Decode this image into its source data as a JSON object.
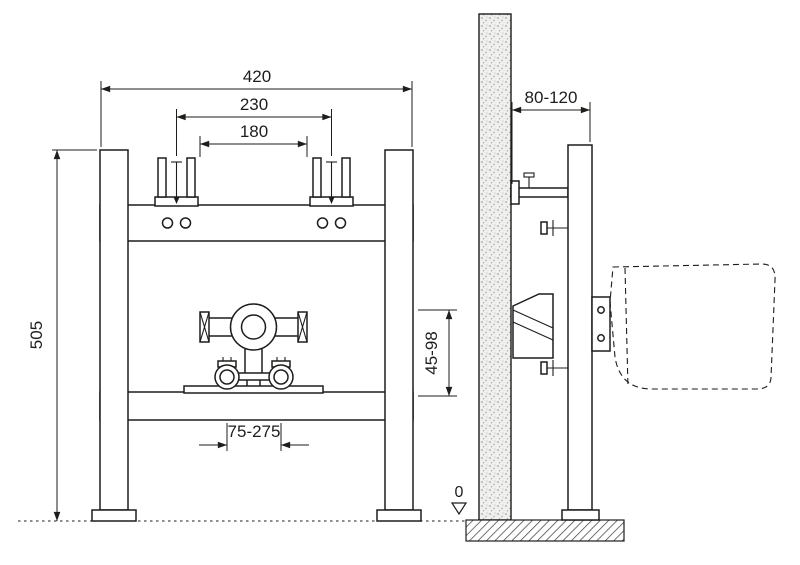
{
  "colors": {
    "line": "#1d1d1b",
    "background": "#ffffff",
    "wall_fill": "#efefee"
  },
  "front_view": {
    "overall_width": "420",
    "fixing_bolt_spacing": "230",
    "inner_fixing_spacing": "180",
    "overall_height": "505",
    "drain_horizontal_range": "75-275",
    "drain_height_range": "45-98"
  },
  "side_view": {
    "frame_depth_range": "80-120",
    "floor_level": "0"
  }
}
